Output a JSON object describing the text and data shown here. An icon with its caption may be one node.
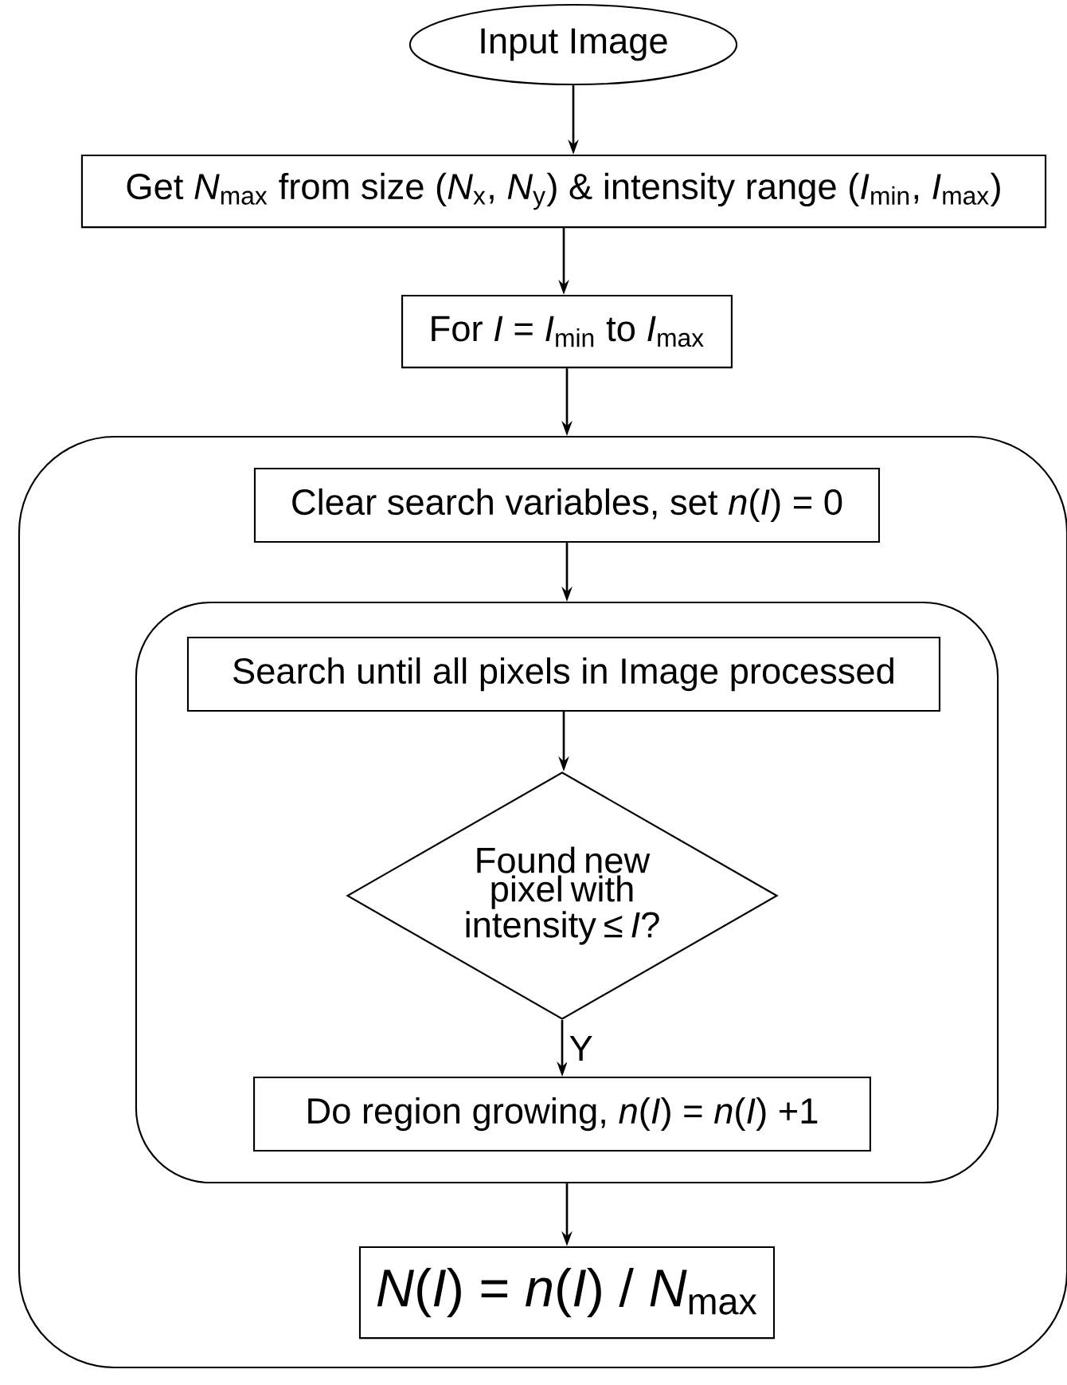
{
  "diagram": {
    "nodes": [
      {
        "text": [
          "Input Image"
        ]
      },
      {
        "text": [
          "Get *N*$_{max}$ from size (*N*$_{x}$, *N*$_{y}$) & intensity range (*I*$_{min}$, *I*$_{max}$)"
        ]
      },
      {
        "text": [
          "For *I* = *I*$_{min}$ to *I*$_{max}$"
        ]
      },
      {
        "text": [],
        "shape": "box"
      },
      {
        "text": [
          "Clear search variables, set *n*(*I*) = 0"
        ],
        "in": 3
      },
      {
        "text": [],
        "shape": "box",
        "in": 3
      },
      {
        "text": [
          "Search until all pixels in Image processed"
        ],
        "in": 5
      },
      {
        "text": [
          "Found new pixel with intensity ≤ *I*?"
        ],
        "in": 5
      },
      {
        "text": [
          "Do region growing,  *n*(*I*) = *n*(*I*) +1"
        ],
        "in": 5
      },
      {
        "text": [
          "*N*(*I*) = *n*(*I*) / *N*$_{max}$"
        ],
        "in": 3
      }
    ],
    "edges": [
      {
        "from": 0,
        "to": 1,
        "arrow": "to"
      },
      {
        "from": 1,
        "to": 2,
        "arrow": "to"
      },
      {
        "from": 2,
        "to": 3,
        "arrow": "to"
      },
      {
        "from": 4,
        "to": 5,
        "arrow": "to"
      },
      {
        "from": 6,
        "to": 7,
        "arrow": "to"
      },
      {
        "from": 7,
        "to": 8,
        "label": "Y",
        "arrow": "to"
      },
      {
        "from": 5,
        "to": 9,
        "arrow": "to"
      }
    ]
  }
}
